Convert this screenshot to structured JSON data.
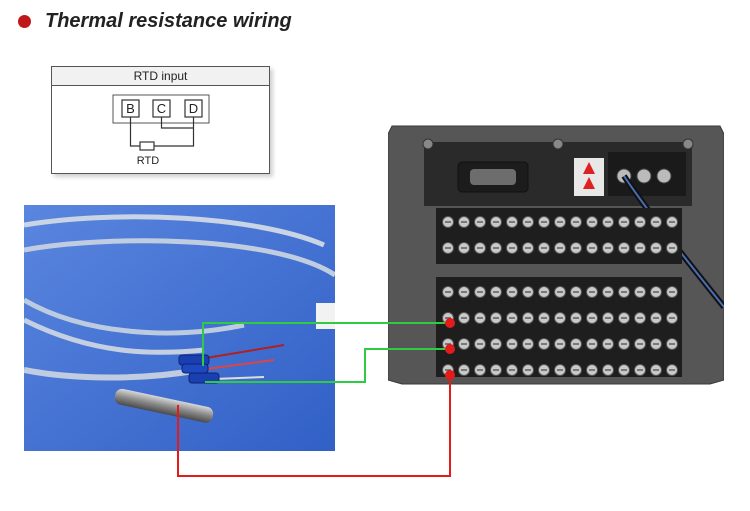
{
  "title": "Thermal resistance wiring",
  "rtd_box": {
    "header": "RTD input",
    "terminals": [
      "B",
      "C",
      "D"
    ],
    "resistor_label": "RTD"
  },
  "colors": {
    "accent_bullet": "#c01818",
    "wire_green": "#2ecc40",
    "wire_red": "#e31b1b",
    "photo_background": "#3f6fd0",
    "device_body": "#5a5a5a"
  }
}
